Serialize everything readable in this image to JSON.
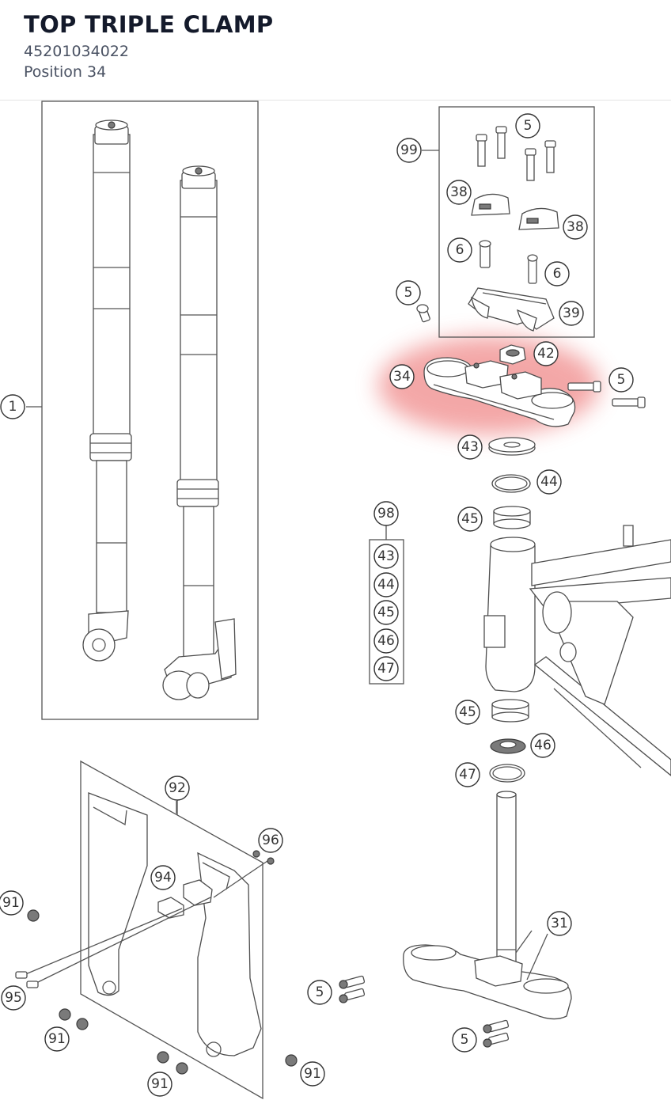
{
  "header": {
    "title": "TOP TRIPLE CLAMP",
    "part_number": "45201034022",
    "position": "Position 34"
  },
  "highlight_color": "#f08a8a",
  "callouts": [
    {
      "id": "c1",
      "label": "1"
    },
    {
      "id": "c99",
      "label": "99"
    },
    {
      "id": "c5a",
      "label": "5"
    },
    {
      "id": "c38a",
      "label": "38"
    },
    {
      "id": "c38b",
      "label": "38"
    },
    {
      "id": "c6a",
      "label": "6"
    },
    {
      "id": "c6b",
      "label": "6"
    },
    {
      "id": "c5b",
      "label": "5"
    },
    {
      "id": "c39",
      "label": "39"
    },
    {
      "id": "c42",
      "label": "42"
    },
    {
      "id": "c34",
      "label": "34"
    },
    {
      "id": "c5c",
      "label": "5"
    },
    {
      "id": "c43a",
      "label": "43"
    },
    {
      "id": "c44a",
      "label": "44"
    },
    {
      "id": "c45a",
      "label": "45"
    },
    {
      "id": "c98",
      "label": "98"
    },
    {
      "id": "k43",
      "label": "43"
    },
    {
      "id": "k44",
      "label": "44"
    },
    {
      "id": "k45",
      "label": "45"
    },
    {
      "id": "k46",
      "label": "46"
    },
    {
      "id": "k47",
      "label": "47"
    },
    {
      "id": "c45b",
      "label": "45"
    },
    {
      "id": "c46",
      "label": "46"
    },
    {
      "id": "c47",
      "label": "47"
    },
    {
      "id": "c92",
      "label": "92"
    },
    {
      "id": "c96",
      "label": "96"
    },
    {
      "id": "c94",
      "label": "94"
    },
    {
      "id": "c91a",
      "label": "91"
    },
    {
      "id": "c95",
      "label": "95"
    },
    {
      "id": "c91b",
      "label": "91"
    },
    {
      "id": "c91c",
      "label": "91"
    },
    {
      "id": "c91d",
      "label": "91"
    },
    {
      "id": "c31",
      "label": "31"
    },
    {
      "id": "c5d",
      "label": "5"
    },
    {
      "id": "c5e",
      "label": "5"
    }
  ]
}
